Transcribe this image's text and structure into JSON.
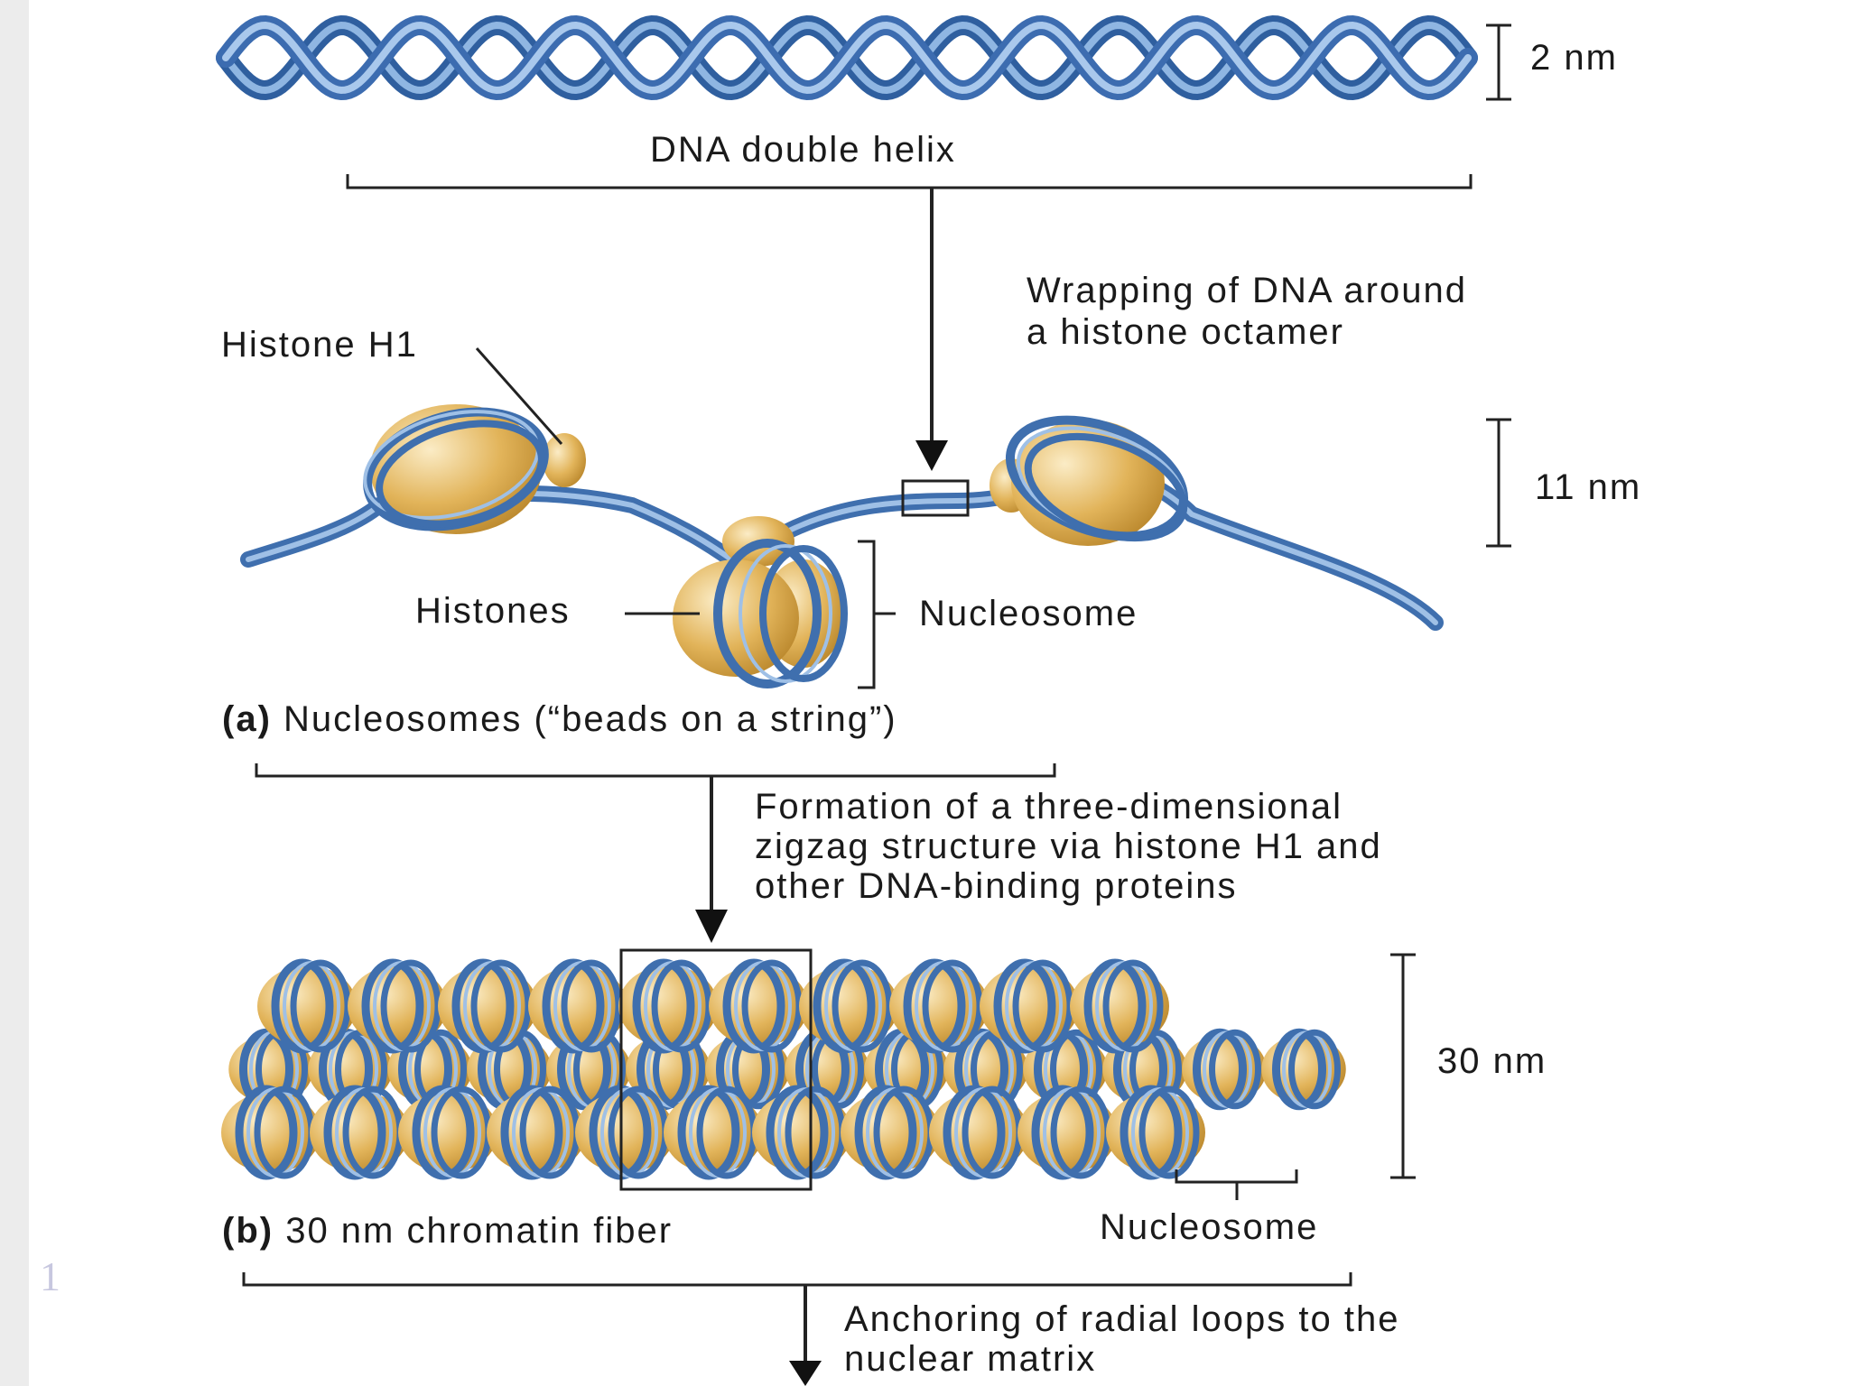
{
  "diagram": {
    "dna_label": "DNA double helix",
    "dna_scale": "2 nm",
    "wrap_step": [
      "Wrapping of DNA around",
      "a histone octamer"
    ],
    "histone_h1_label": "Histone H1",
    "scale_11": "11 nm",
    "histones_label": "Histones",
    "nucleosome_label_a": "Nucleosome",
    "caption_a_tag": "(a)",
    "caption_a_text": "Nucleosomes (“beads on a string”)",
    "zigzag_step": [
      "Formation of a three-dimensional",
      "zigzag structure via histone H1 and",
      "other DNA-binding proteins"
    ],
    "scale_30": "30 nm",
    "caption_b_tag": "(b)",
    "caption_b_text": "30 nm chromatin fiber",
    "nucleosome_label_b": "Nucleosome",
    "anchor_step": [
      "Anchoring of radial loops to the",
      "nuclear matrix"
    ]
  },
  "slide_number": "1",
  "colors": {
    "dna": "#4f7fbf",
    "dna_light": "#9fc0e6",
    "histone": "#d9a640",
    "histone_light": "#f6deaa",
    "line": "#222222"
  }
}
